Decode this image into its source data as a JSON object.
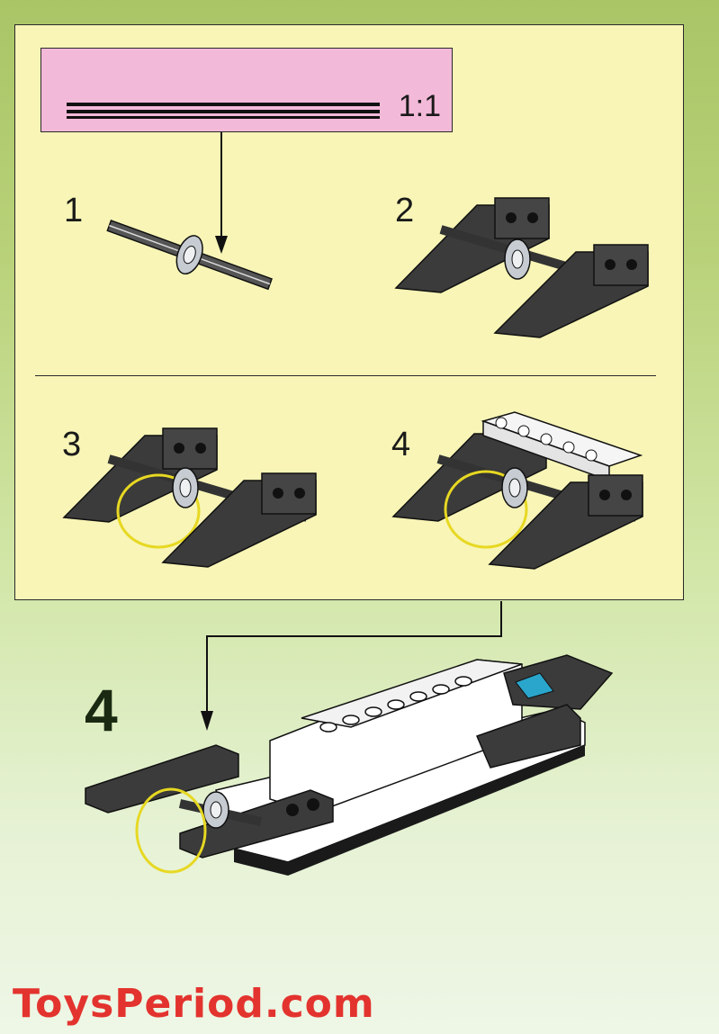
{
  "page": {
    "scale_label": "1:1",
    "steps": [
      "1",
      "2",
      "3",
      "4"
    ],
    "main_step": "4",
    "watermark": "ToysPeriod.com"
  },
  "colors": {
    "panel": "#f8f5b6",
    "scale_box": "#f3b9d8",
    "brick_dark": "#3b3b3b",
    "ring": "#e7d822",
    "watermark": "#e3332e"
  }
}
